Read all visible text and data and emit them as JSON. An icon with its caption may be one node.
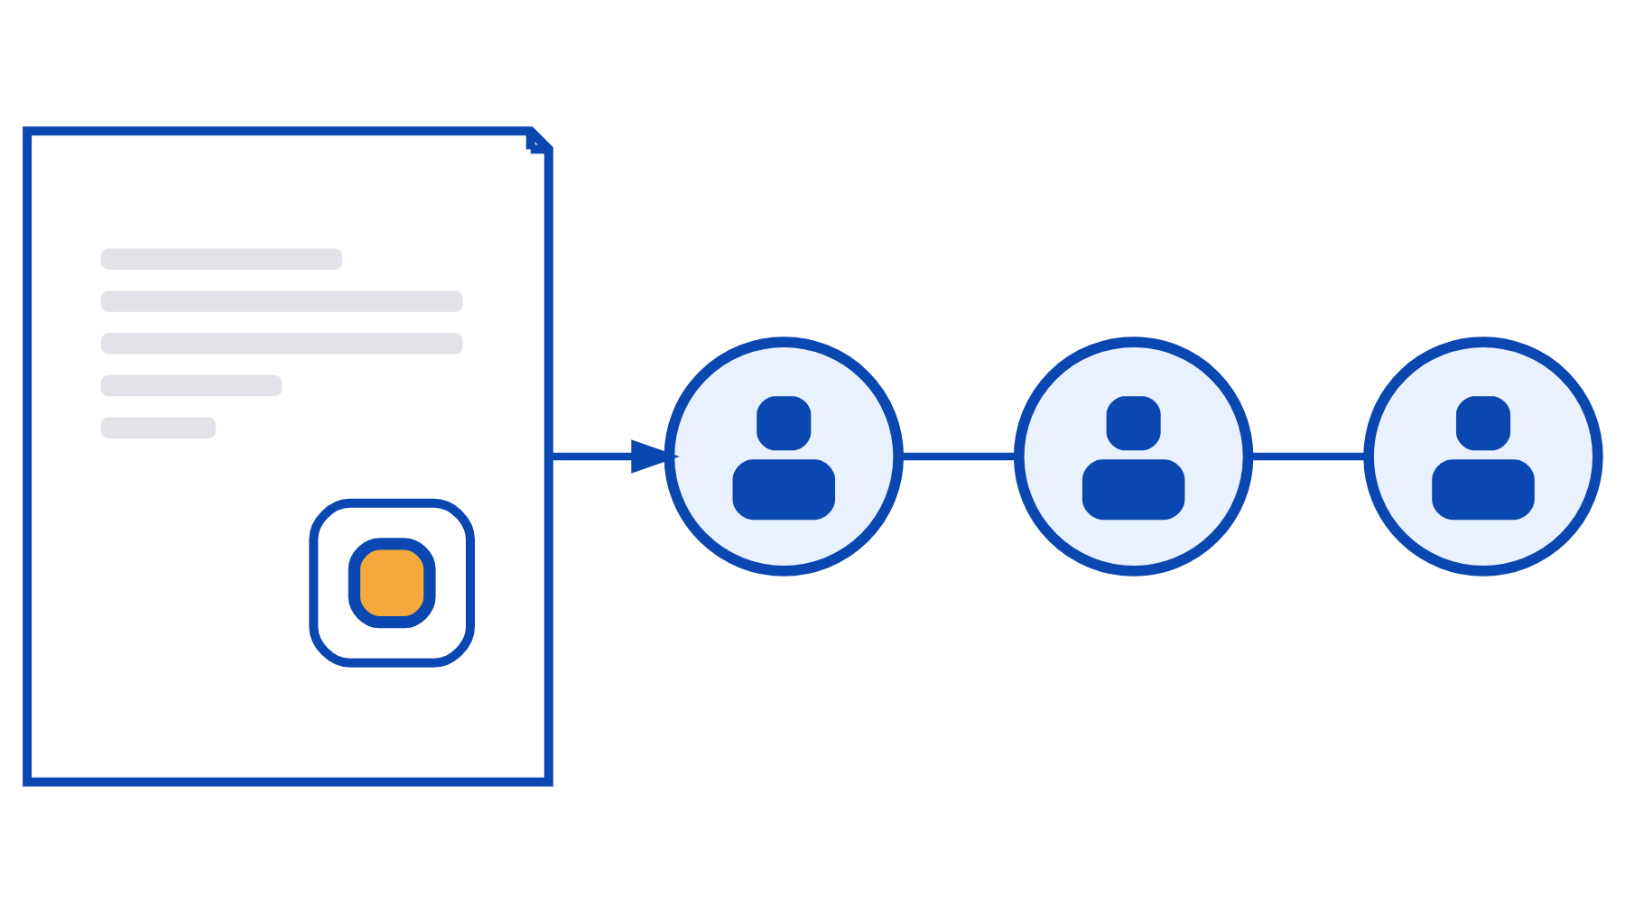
{
  "diagram": {
    "nodes": [
      {
        "text": [],
        "shape": "document"
      },
      {
        "text": [],
        "shape": "person"
      },
      {
        "text": [],
        "shape": "person"
      },
      {
        "text": [],
        "shape": "person"
      }
    ],
    "edges": [
      {
        "from": 0,
        "to": 1,
        "arrow": "to"
      },
      {
        "from": 1,
        "to": 2,
        "arrow": "none"
      },
      {
        "from": 2,
        "to": 3,
        "arrow": "none"
      }
    ]
  }
}
